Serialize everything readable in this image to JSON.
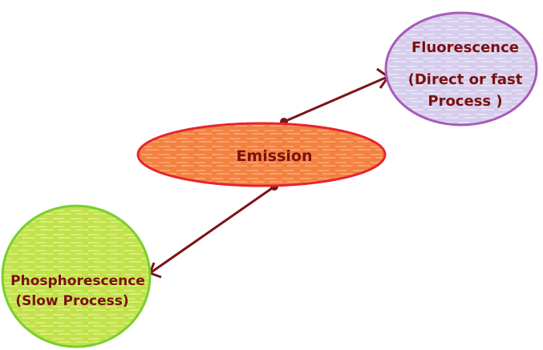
{
  "nodes": {
    "emission": {
      "label": "Emission",
      "fill": "#f5874a",
      "stroke": "#e5252f"
    },
    "fluorescence": {
      "title": "Fluorescence",
      "subtitle_line1": "(Direct or fast",
      "subtitle_line2": "Process )",
      "fill": "#d8d0ee",
      "stroke": "#a95bb8"
    },
    "phosphorescence": {
      "title": "Phosphorescence",
      "subtitle": "(Slow Process)",
      "fill": "#c4e34e",
      "stroke": "#79cf2d"
    }
  },
  "colors": {
    "text": "#7a1010",
    "arrow": "#7b1418"
  }
}
